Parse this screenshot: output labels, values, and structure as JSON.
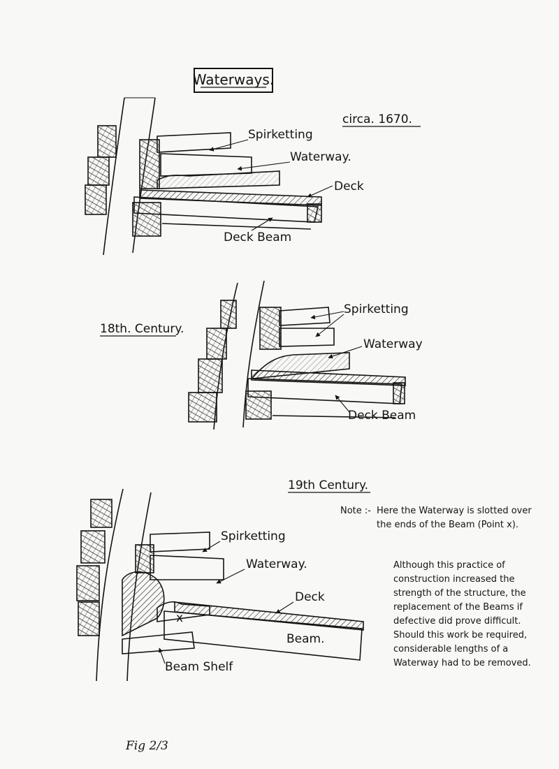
{
  "diagram": {
    "title": "Waterways.",
    "sections": [
      {
        "period": "circa. 1670.",
        "labels": {
          "spirketting": "Spirketting",
          "waterway": "Waterway.",
          "deck": "Deck",
          "deck_beam": "Deck Beam"
        }
      },
      {
        "period": "18th. Century.",
        "labels": {
          "spirketting": "Spirketting",
          "waterway": "Waterway",
          "deck_beam": "Deck Beam"
        }
      },
      {
        "period": "19th Century.",
        "labels": {
          "spirketting": "Spirketting",
          "waterway": "Waterway.",
          "deck": "Deck",
          "beam": "Beam.",
          "beam_shelf": "Beam Shelf",
          "point": "x"
        }
      }
    ],
    "note": {
      "prefix": "Note :-",
      "text": "Here the Waterway is slotted over the ends of the Beam (Point x).",
      "body": "Although this practice of construction increased the strength of the structure, the replacement of the Beams if defective did prove difficult. Should this work be required, considerable lengths of a Waterway had to be removed."
    },
    "caption": "Fig 2/3"
  }
}
